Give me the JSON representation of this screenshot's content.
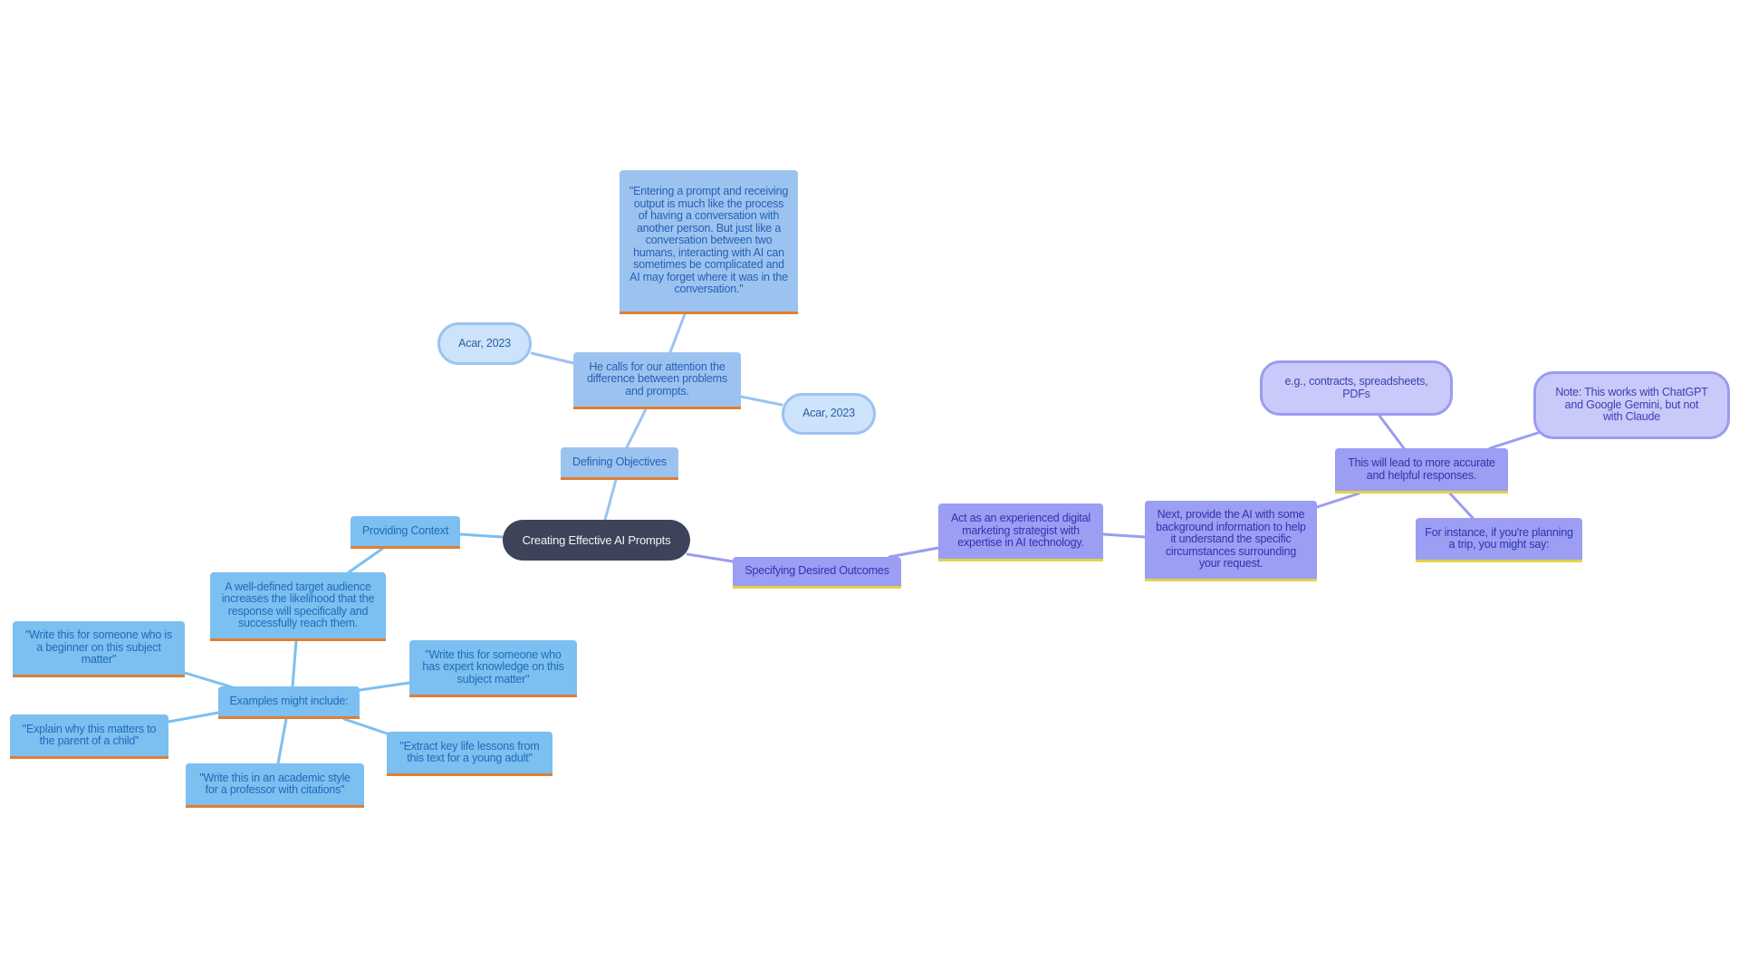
{
  "diagram": {
    "type": "mindmap",
    "colors": {
      "root_fill": "#3f435a",
      "root_text": "#f2f3f7",
      "defining_fill": "#9cc3f0",
      "defining_pill_fill": "#cde3fc",
      "context_fill": "#7cbff1",
      "outcomes_fill": "#9b9ef3",
      "outcomes_pill_fill": "#c9cafa",
      "blue_underline": "#df7f35",
      "purple_underline": "#e3d24a",
      "blue_edge": "#9cc3f0",
      "context_edge": "#7cbff1",
      "purple_edge": "#9a9cf0"
    },
    "root": {
      "label": "Creating Effective AI Prompts"
    },
    "defining": {
      "label": "Defining Objectives",
      "attention": "He calls for our attention the difference between problems and prompts.",
      "quote": "\"Entering a prompt and receiving output is much like the process of having a conversation with another person. But just like a conversation between two humans, interacting with AI can sometimes be complicated and AI may forget where it was in the conversation.\"",
      "citation_left": "Acar, 2023",
      "citation_right": "Acar, 2023"
    },
    "context": {
      "label": "Providing Context",
      "audience": "A well-defined target audience increases the likelihood that the response will specifically and successfully reach them.",
      "examples_label": "Examples might include:",
      "examples": [
        "\"Write this for someone who is a beginner on this subject matter\"",
        "\"Write this for someone who has expert knowledge on this subject matter\"",
        "\"Explain why this matters to the parent of a child\"",
        "\"Write this in an academic style for a professor with citations\"",
        "\"Extract key life lessons from this text for a young adult\""
      ]
    },
    "outcomes": {
      "label": "Specifying Desired Outcomes",
      "act_as": "Act as an experienced digital marketing strategist with expertise in AI technology.",
      "next": "Next, provide the AI with some background information to help it understand the specific circumstances surrounding your request.",
      "lead": "This will lead to more accurate and helpful responses.",
      "eg": "e.g., contracts, spreadsheets, PDFs",
      "note": "Note: This works with ChatGPT and Google Gemini, but not with Claude",
      "instance": "For instance, if you're planning a trip, you might say:"
    }
  }
}
